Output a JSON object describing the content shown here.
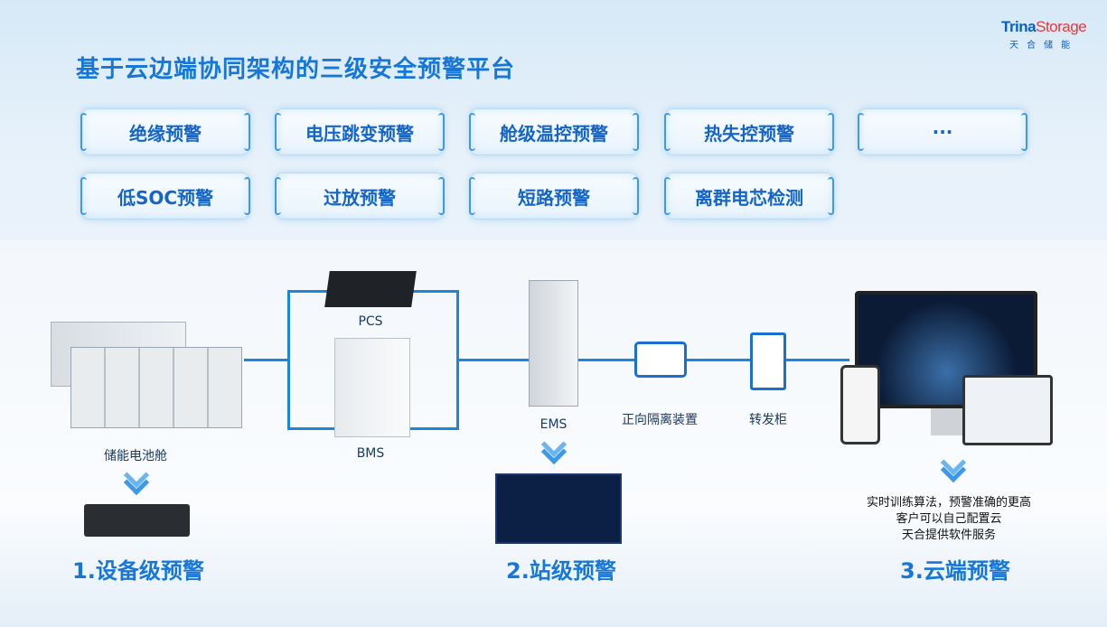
{
  "title": "基于云边端协同架构的三级安全预警平台",
  "logo": {
    "brand_a": "Trina",
    "brand_b": "Storage",
    "cn": "天合储能"
  },
  "warnings": [
    "绝缘预警",
    "电压跳变预警",
    "舱级温控预警",
    "热失控预警",
    "···",
    "低SOC预警",
    "过放预警",
    "短路预警",
    "离群电芯检测"
  ],
  "devices": {
    "battery": "储能电池舱",
    "pcs": "PCS",
    "bms": "BMS",
    "ems": "EMS",
    "isolator": "正向隔离装置",
    "forwarder": "转发柜"
  },
  "stages": [
    "1.设备级预警",
    "2.站级预警",
    "3.云端预警"
  ],
  "cloud_desc": [
    "实时训练算法，预警准确的更高",
    "客户可以自己配置云",
    "天合提供软件服务"
  ],
  "colors": {
    "accent": "#1677d9",
    "line": "#1a86e0"
  }
}
